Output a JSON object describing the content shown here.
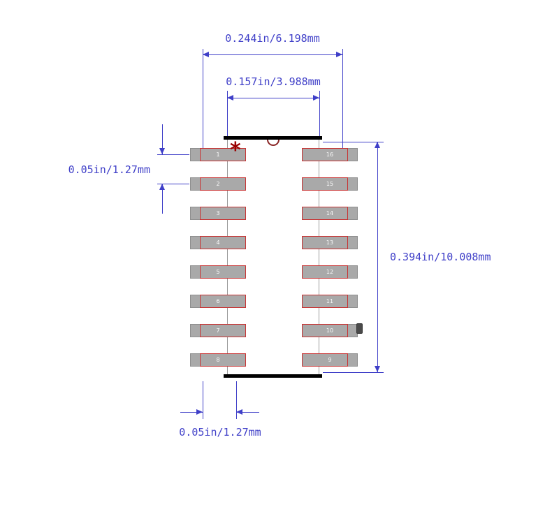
{
  "drawing": {
    "dim_top_outer": "0.244in/6.198mm",
    "dim_body_width": "0.157in/3.988mm",
    "dim_pitch_left": "0.05in/1.27mm",
    "dim_height_right": "0.394in/10.008mm",
    "dim_pitch_bottom": "0.05in/1.27mm",
    "pin1_marker": "*"
  },
  "pins": {
    "left": [
      "1",
      "2",
      "3",
      "4",
      "5",
      "6",
      "7",
      "8"
    ],
    "right": [
      "16",
      "15",
      "14",
      "13",
      "12",
      "11",
      "10",
      "9"
    ]
  },
  "colors": {
    "dimension": "#3f3fc8",
    "pad_fill": "#a9a9a9",
    "pad_outline": "#c83232",
    "body_bar": "#000000",
    "body_edge": "#9b9b9b",
    "accent_red": "#990000",
    "notch": "#8b2727",
    "marker_fill": "#4a4a4a"
  }
}
